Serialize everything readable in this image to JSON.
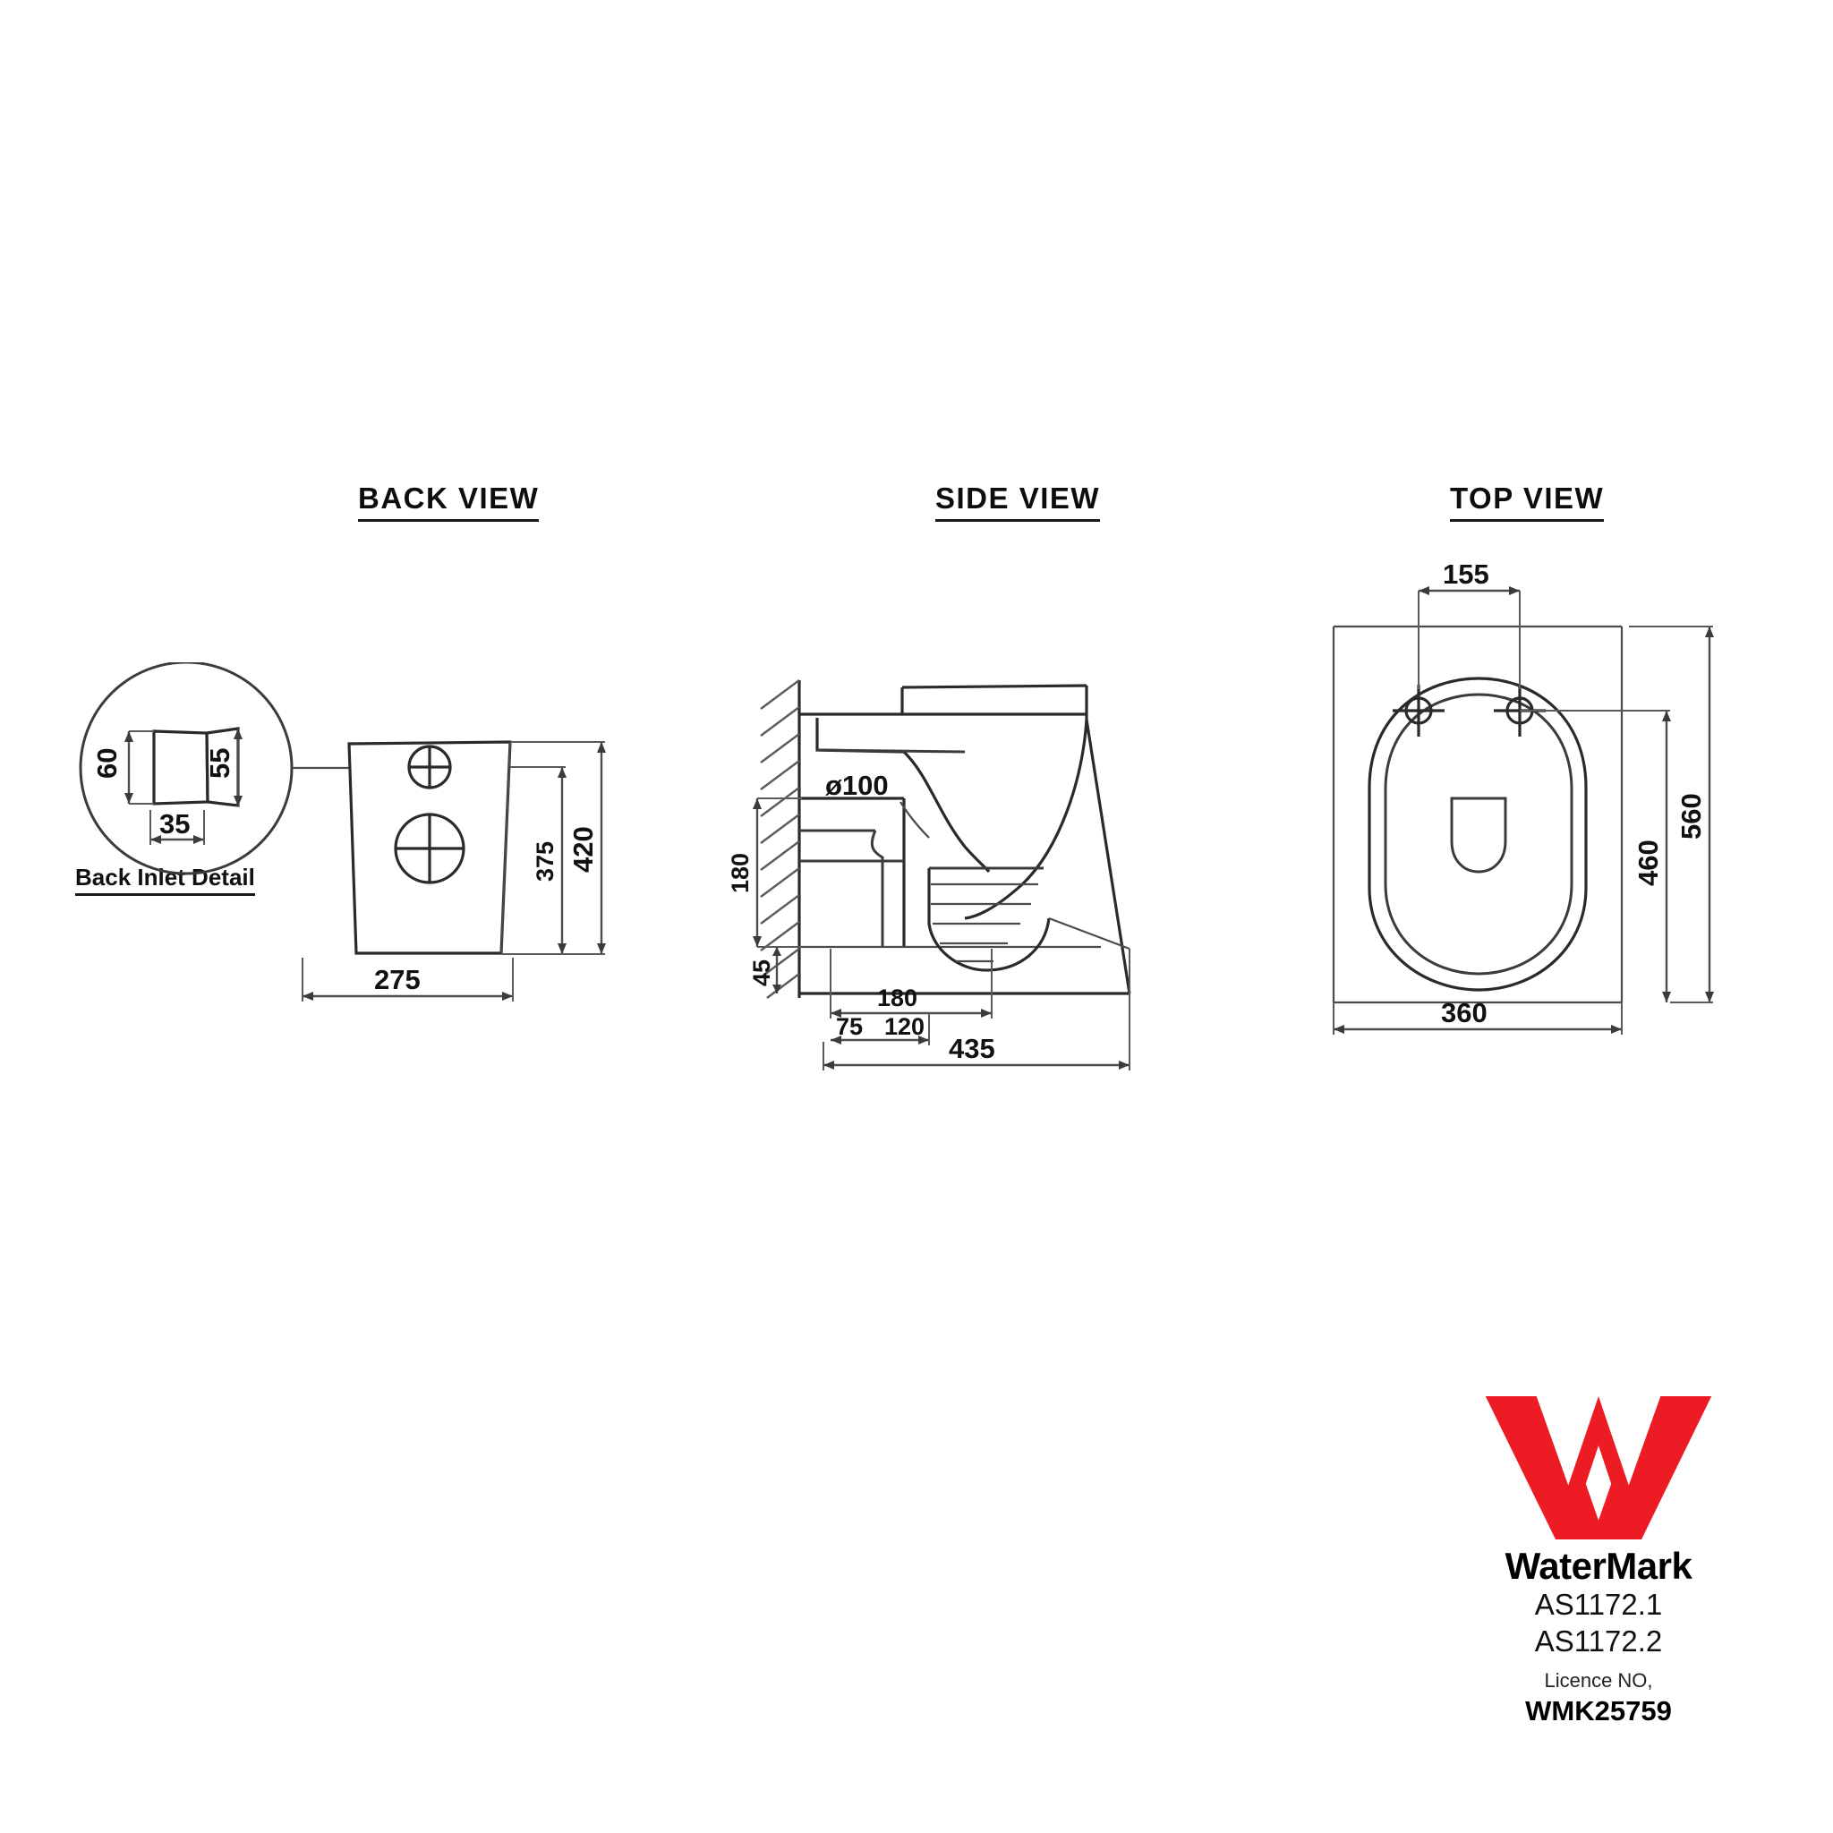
{
  "document": {
    "type": "technical-drawing",
    "subject": "Back-to-wall toilet pan dimensional drawing",
    "units": "mm"
  },
  "views": [
    {
      "id": "back",
      "title": "BACK VIEW"
    },
    {
      "id": "side",
      "title": "SIDE VIEW"
    },
    {
      "id": "top",
      "title": "TOP VIEW"
    }
  ],
  "back_view": {
    "title": "BACK VIEW",
    "detail_label": "Back Inlet Detail",
    "dimensions": {
      "width_bottom": "275",
      "height_overall": "420",
      "height_to_inlet": "375",
      "detail_depth": "60",
      "detail_height": "55",
      "detail_width": "35"
    }
  },
  "side_view": {
    "title": "SIDE VIEW",
    "dimensions": {
      "outlet_diameter": "ø100",
      "depth_overall": "435",
      "outlet_offset_horizontal": "180",
      "outlet_height": "180",
      "floor_offset": "45",
      "dim_75": "75",
      "dim_120": "120"
    }
  },
  "top_view": {
    "title": "TOP VIEW",
    "dimensions": {
      "bolt_spacing": "155",
      "length_overall": "560",
      "length_inner": "460",
      "width_overall": "360"
    }
  },
  "watermark": {
    "brand": "WaterMark",
    "standard_1": "AS1172.1",
    "standard_2": "AS1172.2",
    "licence_caption": "Licence NO,",
    "licence_number": "WMK25759",
    "logo_color": "#ED1C24",
    "logo_icon": "watermark-w-logo"
  }
}
